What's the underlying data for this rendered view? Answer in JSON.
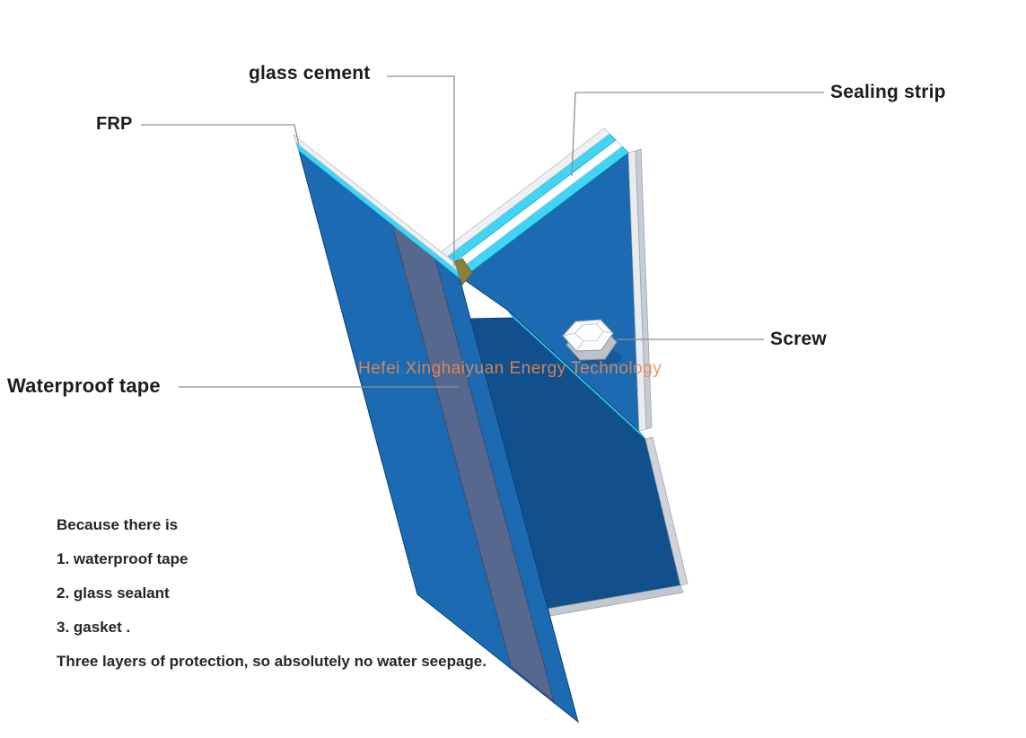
{
  "watermark": {
    "text": "Hefei Xinghaiyuan Energy Technology",
    "color": "#e98a4e"
  },
  "labels": {
    "frp": "FRP",
    "glass_cement": "glass cement",
    "sealing_strip": "Sealing strip",
    "screw": "Screw",
    "waterproof_tape": "Waterproof tape"
  },
  "notes": {
    "intro": "Because there is",
    "items": [
      "1. waterproof tape",
      "2. glass sealant",
      "3. gasket ."
    ],
    "conclusion": "Three layers of protection, so absolutely no water seepage."
  },
  "colors": {
    "panel_blue": "#1b6ab2",
    "panel_back_blue": "#11508d",
    "cyan_laminate": "#40d5f5",
    "tape_stripe": "#57688f",
    "glass_cement": "#8a7f3d",
    "edge_white": "#eef1f4",
    "edge_gray": "#c6ccd3",
    "screw_face": "#f9fafb",
    "label_text": "#1c1c1c",
    "callout_line": "#8f8f8f"
  }
}
